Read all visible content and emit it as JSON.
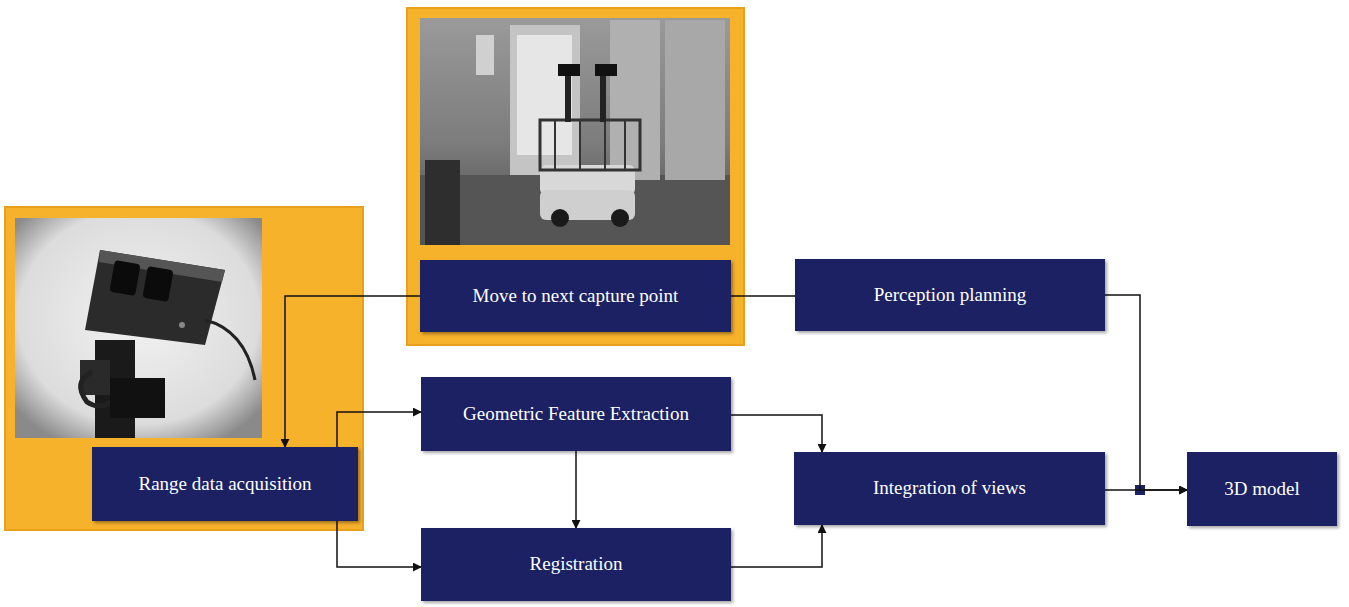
{
  "diagram": {
    "nodes": [
      {
        "text": [
          "Move to next capture point"
        ]
      },
      {
        "text": [
          "Perception planning"
        ]
      },
      {
        "text": [
          "Range data acquisition"
        ]
      },
      {
        "text": [
          "Geometric Feature Extraction"
        ]
      },
      {
        "text": [
          "Integration of views"
        ]
      },
      {
        "text": [
          "Registration"
        ]
      },
      {
        "text": [
          "3D model"
        ]
      }
    ],
    "edges": [
      {
        "from": 0,
        "to": 2,
        "arrow": "to"
      },
      {
        "from": 0,
        "to": 1,
        "arrow": "none"
      },
      {
        "from": 2,
        "to": 3,
        "arrow": "to"
      },
      {
        "from": 2,
        "to": 5,
        "arrow": "to"
      },
      {
        "from": 3,
        "to": 5,
        "arrow": "to"
      },
      {
        "from": 3,
        "to": 4,
        "arrow": "to"
      },
      {
        "from": 5,
        "to": 4,
        "arrow": "to"
      },
      {
        "from": 1,
        "to": 6,
        "arrow": "to"
      },
      {
        "from": 4,
        "to": 6,
        "arrow": "to"
      }
    ]
  }
}
